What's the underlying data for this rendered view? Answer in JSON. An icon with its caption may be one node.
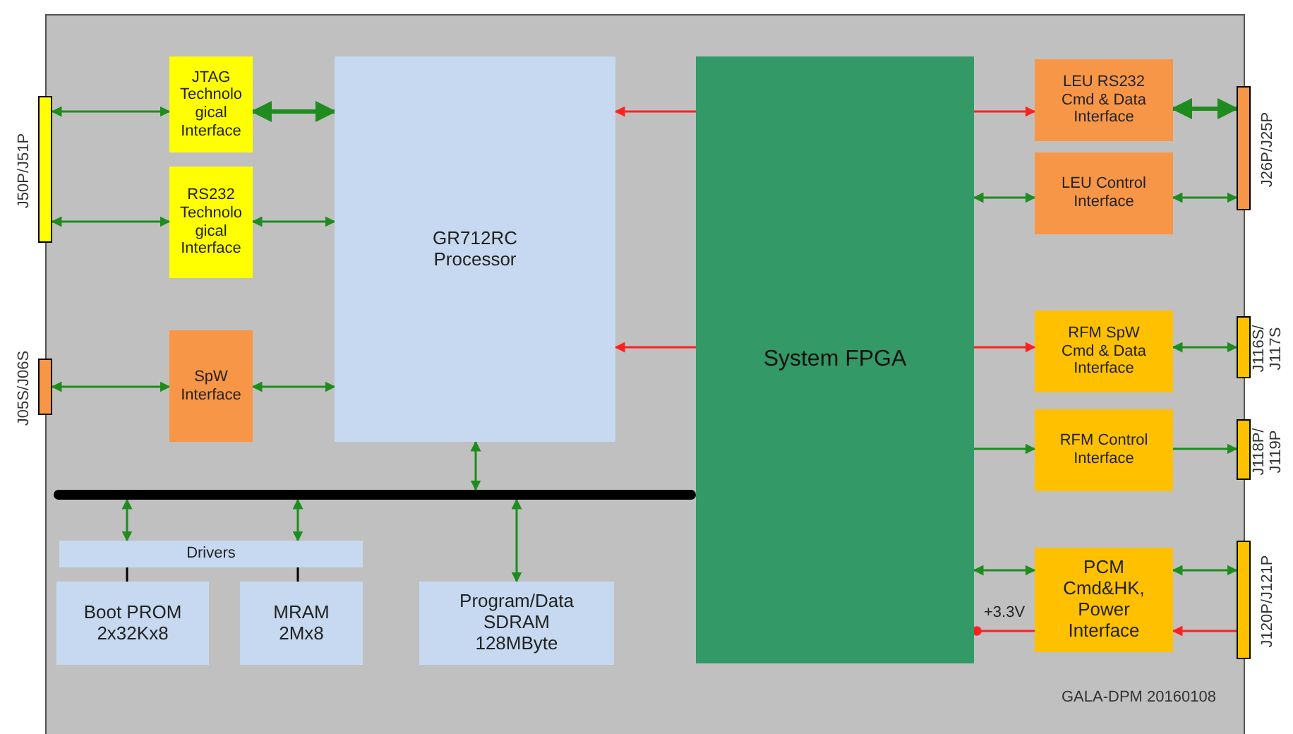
{
  "diagram": {
    "nodes": [
      {
        "text": [
          "J50P/J51P"
        ]
      },
      {
        "text": [
          "J05S/J06S"
        ]
      },
      {
        "text": [
          "JTAG Technolo gical Interface"
        ]
      },
      {
        "text": [
          "RS232 Technolo gical Interface"
        ]
      },
      {
        "text": [
          "SpW Interface"
        ]
      },
      {
        "text": [
          "GR712RC Processor"
        ]
      },
      {
        "text": [
          "System FPGA"
        ]
      },
      {
        "text": [
          "LEU RS232 Cmd & Data Interface"
        ]
      },
      {
        "text": [
          "LEU Control Interface"
        ]
      },
      {
        "text": [
          "RFM SpW Cmd & Data Interface"
        ]
      },
      {
        "text": [
          "RFM Control Interface"
        ]
      },
      {
        "text": [
          "PCM Cmd&HK, Power Interface"
        ]
      },
      {
        "text": [
          "J26P/J25P"
        ]
      },
      {
        "text": [
          "J116S/ J117S"
        ]
      },
      {
        "text": [
          "J118P/ J119P"
        ]
      },
      {
        "text": [
          "J120P/J121P"
        ]
      },
      {
        "text": [],
        "shape": "bar"
      },
      {
        "text": [
          "Drivers"
        ]
      },
      {
        "text": [
          "Boot PROM 2x32Kx8"
        ]
      },
      {
        "text": [
          "MRAM 2Mx8"
        ]
      },
      {
        "text": [
          "Program/Data SDRAM 128MByte"
        ]
      },
      {
        "text": [
          "+3.3V"
        ]
      }
    ],
    "edges": [
      {
        "from": 0,
        "to": 2,
        "arrow": "both"
      },
      {
        "from": 2,
        "to": 5,
        "arrow": "both",
        "style": "thick"
      },
      {
        "from": 0,
        "to": 3,
        "arrow": "both"
      },
      {
        "from": 3,
        "to": 5,
        "arrow": "both"
      },
      {
        "from": 1,
        "to": 4,
        "arrow": "both"
      },
      {
        "from": 4,
        "to": 5,
        "arrow": "both"
      },
      {
        "from": 6,
        "to": 5,
        "arrow": "to",
        "color": "#ff2020"
      },
      {
        "from": 6,
        "to": 5,
        "arrow": "to",
        "color": "#ff2020"
      },
      {
        "from": 6,
        "to": 7,
        "arrow": "to",
        "color": "#ff2020"
      },
      {
        "from": 7,
        "to": 12,
        "arrow": "both",
        "style": "thick"
      },
      {
        "from": 6,
        "to": 8,
        "arrow": "both"
      },
      {
        "from": 8,
        "to": 12,
        "arrow": "both"
      },
      {
        "from": 6,
        "to": 9,
        "arrow": "to",
        "color": "#ff2020"
      },
      {
        "from": 9,
        "to": 13,
        "arrow": "both"
      },
      {
        "from": 6,
        "to": 10,
        "arrow": "to"
      },
      {
        "from": 10,
        "to": 14,
        "arrow": "to"
      },
      {
        "from": 6,
        "to": 11,
        "arrow": "both"
      },
      {
        "from": 11,
        "to": 15,
        "arrow": "both"
      },
      {
        "from": 15,
        "to": 11,
        "arrow": "to",
        "color": "#ff2020"
      },
      {
        "from": 11,
        "to": 21,
        "arrow": "other",
        "color": "#ff2020"
      },
      {
        "from": 5,
        "to": 16,
        "arrow": "both"
      },
      {
        "from": 16,
        "to": 17,
        "arrow": "both"
      },
      {
        "from": 16,
        "to": 17,
        "arrow": "both"
      },
      {
        "from": 17,
        "to": 18,
        "arrow": "none",
        "color": "#000000"
      },
      {
        "from": 17,
        "to": 19,
        "arrow": "none",
        "color": "#000000"
      },
      {
        "from": 16,
        "to": 20,
        "arrow": "both"
      }
    ],
    "labels": [
      "GALA-DPM 20160108"
    ]
  }
}
